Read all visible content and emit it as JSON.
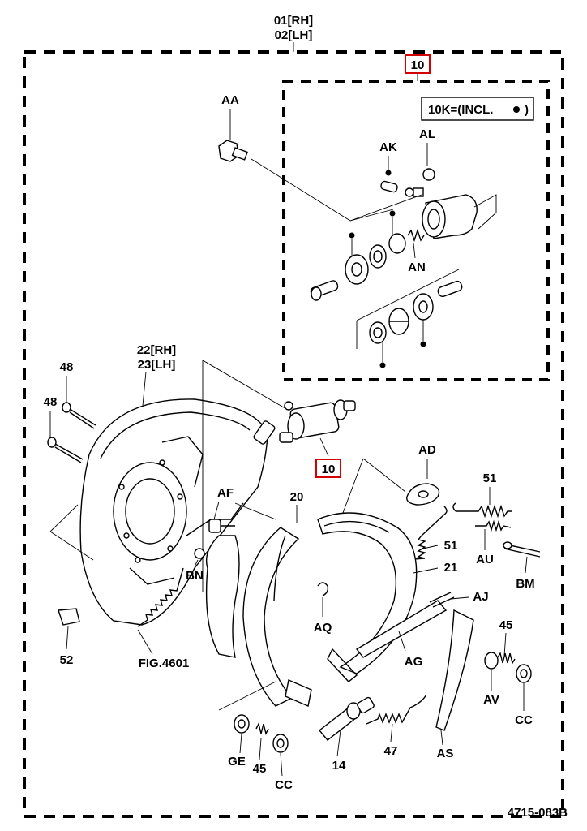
{
  "title": {
    "line1": "01[RH]",
    "line2": "02[LH]"
  },
  "callouts": {
    "kit_top": "10",
    "kit_bottom": "10",
    "kit_note": "10K=(INCL.",
    "kit_note_end": ")",
    "AA": "AA",
    "AK": "AK",
    "AL": "AL",
    "AN": "AN",
    "drum_rh": "22[RH]",
    "drum_lh": "23[LH]",
    "p48a": "48",
    "p48b": "48",
    "AD": "AD",
    "p51a": "51",
    "p51b": "51",
    "p21": "21",
    "AU": "AU",
    "BM": "BM",
    "AF": "AF",
    "p20": "20",
    "BN": "BN",
    "AQ": "AQ",
    "AJ": "AJ",
    "p45a": "45",
    "AG": "AG",
    "AV": "AV",
    "CCa": "CC",
    "p52": "52",
    "fig": "FIG.4601",
    "GE": "GE",
    "p45b": "45",
    "CCb": "CC",
    "p14": "14",
    "p47": "47",
    "AS": "AS"
  },
  "diagram_id": "4715-083B",
  "colors": {
    "callout_box": "#d40000",
    "ink": "#000000"
  }
}
